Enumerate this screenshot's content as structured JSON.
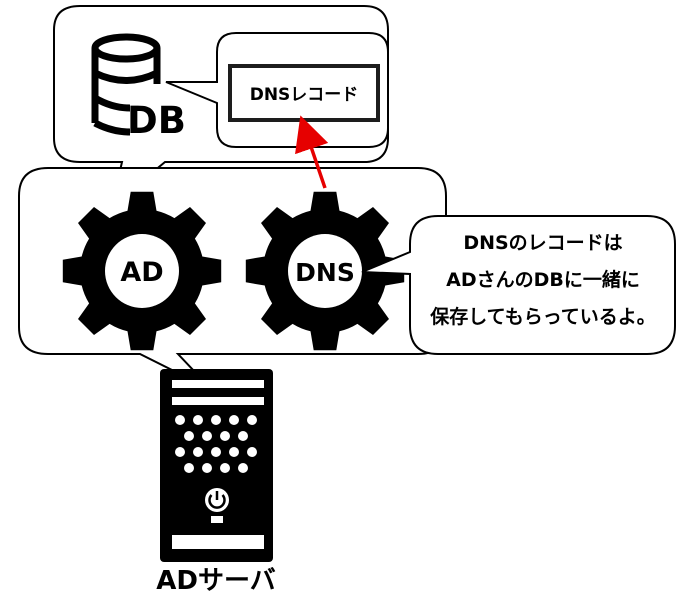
{
  "db_label": "DB",
  "record_label": "DNSレコード",
  "gear_ad_label": "AD",
  "gear_dns_label": "DNS",
  "callout_lines": [
    "DNSのレコードは",
    "ADさんのDBに一緒に",
    "保存してもらっているよ。"
  ],
  "server_label": "ADサーバ",
  "colors": {
    "stroke": "#000000",
    "fill": "#ffffff",
    "arrow": "#e60000"
  }
}
